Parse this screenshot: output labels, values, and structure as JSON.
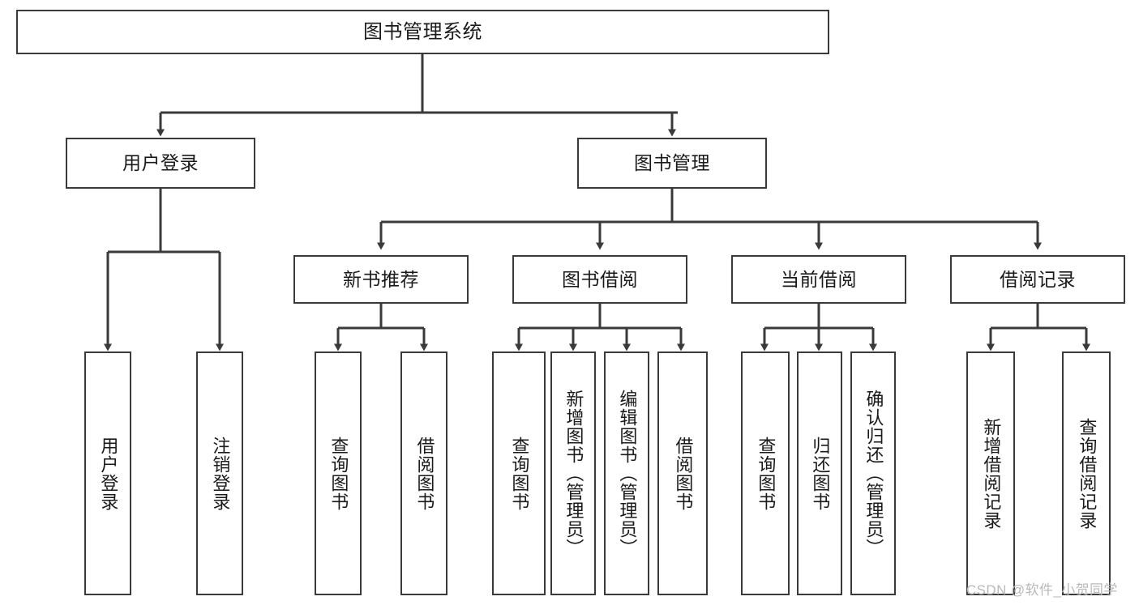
{
  "diagram": {
    "type": "tree-hierarchy",
    "title": "图书管理系统",
    "root": {
      "id": "root",
      "label": "图书管理系统"
    },
    "level2": [
      {
        "id": "user-login",
        "label": "用户登录"
      },
      {
        "id": "book-manage",
        "label": "图书管理"
      }
    ],
    "level3": [
      {
        "id": "new-book-rec",
        "label": "新书推荐",
        "parent": "book-manage"
      },
      {
        "id": "book-borrow",
        "label": "图书借阅",
        "parent": "book-manage"
      },
      {
        "id": "current-borrow",
        "label": "当前借阅",
        "parent": "book-manage"
      },
      {
        "id": "borrow-record",
        "label": "借阅记录",
        "parent": "book-manage"
      }
    ],
    "leaves": {
      "user-login": [
        {
          "id": "leaf-user-login",
          "label": "用户登录"
        },
        {
          "id": "leaf-logout",
          "label": "注销登录"
        }
      ],
      "new-book-rec": [
        {
          "id": "leaf-query-book-1",
          "label": "查询图书"
        },
        {
          "id": "leaf-borrow-book-1",
          "label": "借阅图书"
        }
      ],
      "book-borrow": [
        {
          "id": "leaf-query-book-2",
          "label": "查询图书"
        },
        {
          "id": "leaf-add-book",
          "label": "新增图书（管理员）"
        },
        {
          "id": "leaf-edit-book",
          "label": "编辑图书（管理员）"
        },
        {
          "id": "leaf-borrow-book-2",
          "label": "借阅图书"
        }
      ],
      "current-borrow": [
        {
          "id": "leaf-query-book-3",
          "label": "查询图书"
        },
        {
          "id": "leaf-return-book",
          "label": "归还图书"
        },
        {
          "id": "leaf-confirm-return",
          "label": "确认归还（管理员）"
        }
      ],
      "borrow-record": [
        {
          "id": "leaf-add-record",
          "label": "新增借阅记录"
        },
        {
          "id": "leaf-query-record",
          "label": "查询借阅记录"
        }
      ]
    }
  },
  "watermark": {
    "text": "CSDN @软件_小贺同学"
  },
  "colors": {
    "border": "#3a3a3a",
    "background": "#ffffff",
    "text": "#1a1a1a",
    "watermark": "#b9b9b9"
  }
}
